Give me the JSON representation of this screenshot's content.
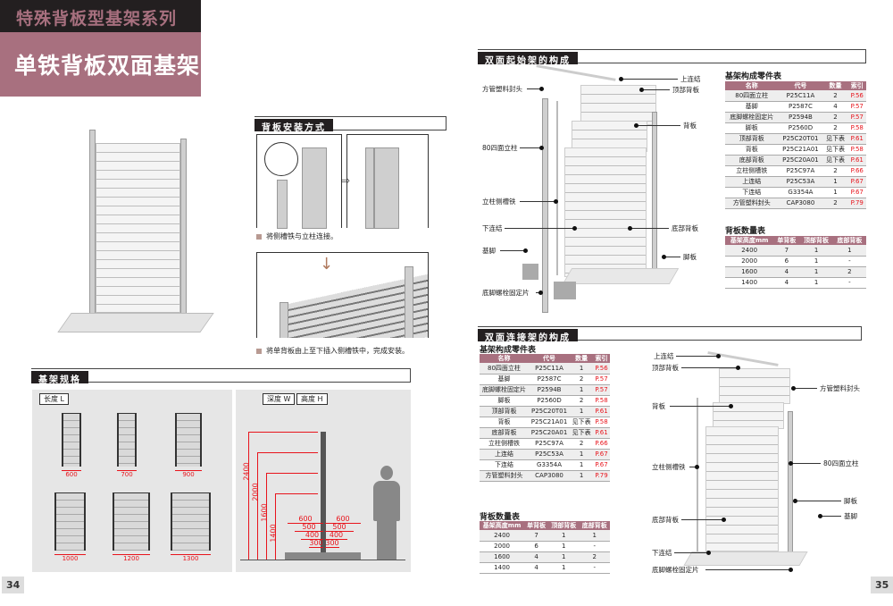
{
  "header": {
    "series": "特殊背板型基架系列",
    "title": "单铁背板双面基架"
  },
  "install": {
    "heading": "背板安装方式",
    "step1": "将侧槽铁与立柱连接。",
    "step2": "将单背板由上至下插入侧槽铁中，完成安装。"
  },
  "specs": {
    "heading": "基架规格",
    "length_tag": "长度 L",
    "lengths": [
      "600",
      "700",
      "900",
      "1000",
      "1200",
      "1300"
    ],
    "depth_tag": "深度 W",
    "height_tag": "高度 H",
    "heights": [
      "2400",
      "2000",
      "1600",
      "1400"
    ],
    "depths": [
      "600",
      "500",
      "400",
      "300"
    ]
  },
  "start": {
    "heading": "双面起始架的构成",
    "labels": [
      "上连结",
      "顶部背板",
      "方管塑料封头",
      "背板",
      "80四面立柱",
      "立柱侧槽铁",
      "下连结",
      "底部背板",
      "基脚",
      "脚板",
      "底脚螺栓固定片"
    ],
    "parts_title": "基架构成零件表",
    "panels_title": "背板数量表"
  },
  "connect": {
    "heading": "双面连接架的构成",
    "labels": [
      "上连结",
      "顶部背板",
      "方管塑料封头",
      "背板",
      "立柱侧槽铁",
      "80四面立柱",
      "脚板",
      "基脚",
      "底部背板",
      "下连结",
      "底脚螺栓固定片"
    ],
    "parts_title": "基架构成零件表",
    "panels_title": "背板数量表"
  },
  "parts_headers": [
    "名称",
    "代号",
    "数量",
    "索引"
  ],
  "start_parts": [
    [
      "80四面立柱",
      "P25C11A",
      "2",
      "P.56"
    ],
    [
      "基脚",
      "P2587C",
      "4",
      "P.57"
    ],
    [
      "底脚螺栓固定片",
      "P2594B",
      "2",
      "P.57"
    ],
    [
      "脚板",
      "P2560D",
      "2",
      "P.58"
    ],
    [
      "顶部背板",
      "P25C20T01",
      "见下表",
      "P.61"
    ],
    [
      "背板",
      "P25C21A01",
      "见下表",
      "P.58"
    ],
    [
      "底部背板",
      "P25C20A01",
      "见下表",
      "P.61"
    ],
    [
      "立柱侧槽铁",
      "P25C97A",
      "2",
      "P.66"
    ],
    [
      "上连结",
      "P25C53A",
      "1",
      "P.67"
    ],
    [
      "下连结",
      "G3354A",
      "1",
      "P.67"
    ],
    [
      "方管塑料封头",
      "CAP3080",
      "2",
      "P.79"
    ]
  ],
  "connect_parts": [
    [
      "80四面立柱",
      "P25C11A",
      "1",
      "P.56"
    ],
    [
      "基脚",
      "P2587C",
      "2",
      "P.57"
    ],
    [
      "底脚螺栓固定片",
      "P2594B",
      "1",
      "P.57"
    ],
    [
      "脚板",
      "P2560D",
      "2",
      "P.58"
    ],
    [
      "顶部背板",
      "P25C20T01",
      "1",
      "P.61"
    ],
    [
      "背板",
      "P25C21A01",
      "见下表",
      "P.58"
    ],
    [
      "底部背板",
      "P25C20A01",
      "见下表",
      "P.61"
    ],
    [
      "立柱侧槽铁",
      "P25C97A",
      "2",
      "P.66"
    ],
    [
      "上连结",
      "P25C53A",
      "1",
      "P.67"
    ],
    [
      "下连结",
      "G3354A",
      "1",
      "P.67"
    ],
    [
      "方管塑料封头",
      "CAP3080",
      "1",
      "P.79"
    ]
  ],
  "panel_headers": [
    "基架高度mm",
    "单背板",
    "顶部背板",
    "底部背板"
  ],
  "panel_rows": [
    [
      "2400",
      "7",
      "1",
      "1"
    ],
    [
      "2000",
      "6",
      "1",
      "-"
    ],
    [
      "1600",
      "4",
      "1",
      "2"
    ],
    [
      "1400",
      "4",
      "1",
      "-"
    ]
  ],
  "pages": {
    "left": "34",
    "right": "35"
  },
  "colors": {
    "accent": "#a8707f",
    "dark": "#231f20",
    "red": "#e8141c"
  }
}
